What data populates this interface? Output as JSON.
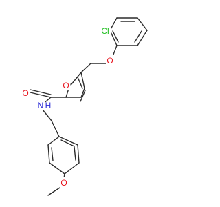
{
  "structure": {
    "atom_labels": {
      "chlorine": "Cl",
      "ether_oxygen": "O",
      "furan_oxygen": "O",
      "carbonyl_oxygen": "O",
      "amide_nitrogen": "N",
      "amide_hydrogen": "H",
      "methoxy_oxygen": "O"
    },
    "colors": {
      "bond": "#2b2b2b",
      "oxygen": "#e8141e",
      "chlorine": "#1fbf1f",
      "nitrogen": "#2d2dd8"
    }
  }
}
